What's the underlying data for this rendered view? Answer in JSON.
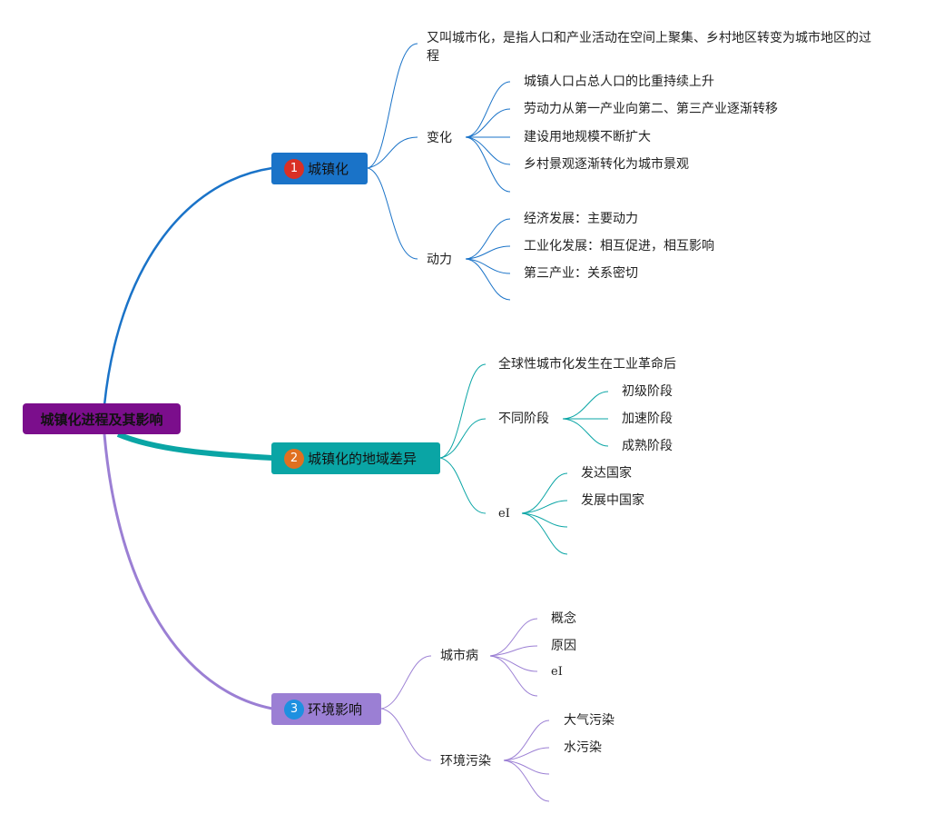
{
  "root": {
    "label": "城镇化进程及其影响",
    "color": "#7b0e8c"
  },
  "branches": [
    {
      "number": "1",
      "label": "城镇化",
      "box_color": "#1a73c8",
      "badge_color": "#d93025",
      "line_color": "#1a73c8",
      "definition": "又叫城市化，是指人口和产业活动在空间上聚集、乡村地区转变为城市地区的过程",
      "change": {
        "label": "变化",
        "items": [
          "城镇人口占总人口的比重持续上升",
          "劳动力从第一产业向第二、第三产业逐渐转移",
          "建设用地规模不断扩大",
          "乡村景观逐渐转化为城市景观",
          ""
        ]
      },
      "driving_force": {
        "label": "动力",
        "items": [
          "经济发展：主要动力",
          "工业化发展：相互促进，相互影响",
          "第三产业：关系密切",
          ""
        ]
      }
    },
    {
      "number": "2",
      "label": "城镇化的地域差异",
      "box_color": "#0aa5a5",
      "badge_color": "#e07020",
      "line_color": "#0aa5a5",
      "global_note": "全球性城市化发生在工业革命后",
      "stages": {
        "label": "不同阶段",
        "items": [
          "初级阶段",
          "加速阶段",
          "成熟阶段"
        ]
      },
      "countries": {
        "label": "eI",
        "items": [
          "发达国家",
          "发展中国家",
          "",
          ""
        ]
      }
    },
    {
      "number": "3",
      "label": "环境影响",
      "box_color": "#9b7fd4",
      "badge_color": "#1e90e0",
      "line_color": "#9b7fd4",
      "urban_disease": {
        "label": "城市病",
        "items": [
          "概念",
          "原因",
          "eI",
          ""
        ]
      },
      "pollution": {
        "label": "环境污染",
        "items": [
          "大气污染",
          "水污染",
          "",
          ""
        ]
      }
    }
  ]
}
